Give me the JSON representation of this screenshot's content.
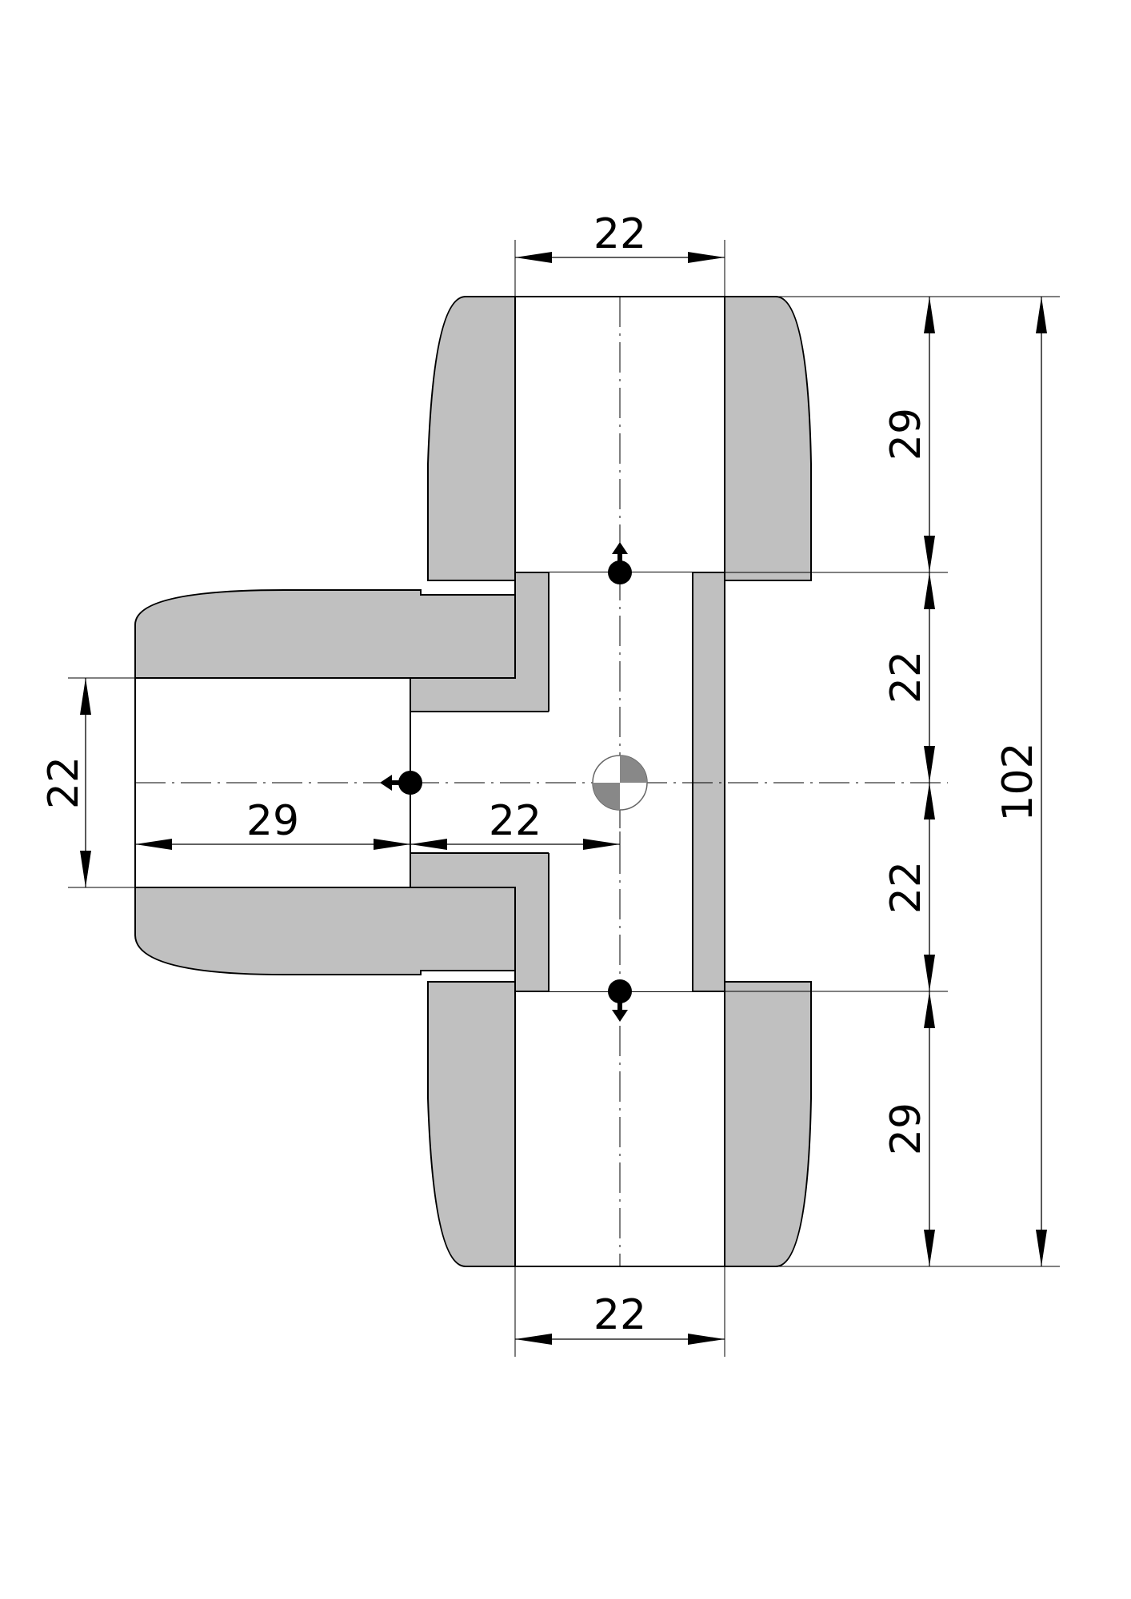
{
  "dimensions": {
    "top_bore_width": "22",
    "top_socket_depth": "29",
    "upper_inner_segment": "22",
    "lower_inner_segment": "22",
    "bottom_socket_depth": "29",
    "overall_length": "102",
    "bottom_bore_width": "22",
    "side_bore_width": "22",
    "side_socket_depth": "29",
    "side_to_center": "22"
  },
  "colors": {
    "body": "#c0c0c0",
    "line": "#000000",
    "background": "#ffffff"
  },
  "icons": [
    "flow-arrow-up-icon",
    "flow-arrow-left-icon",
    "flow-arrow-down-icon",
    "center-of-mass-icon"
  ]
}
